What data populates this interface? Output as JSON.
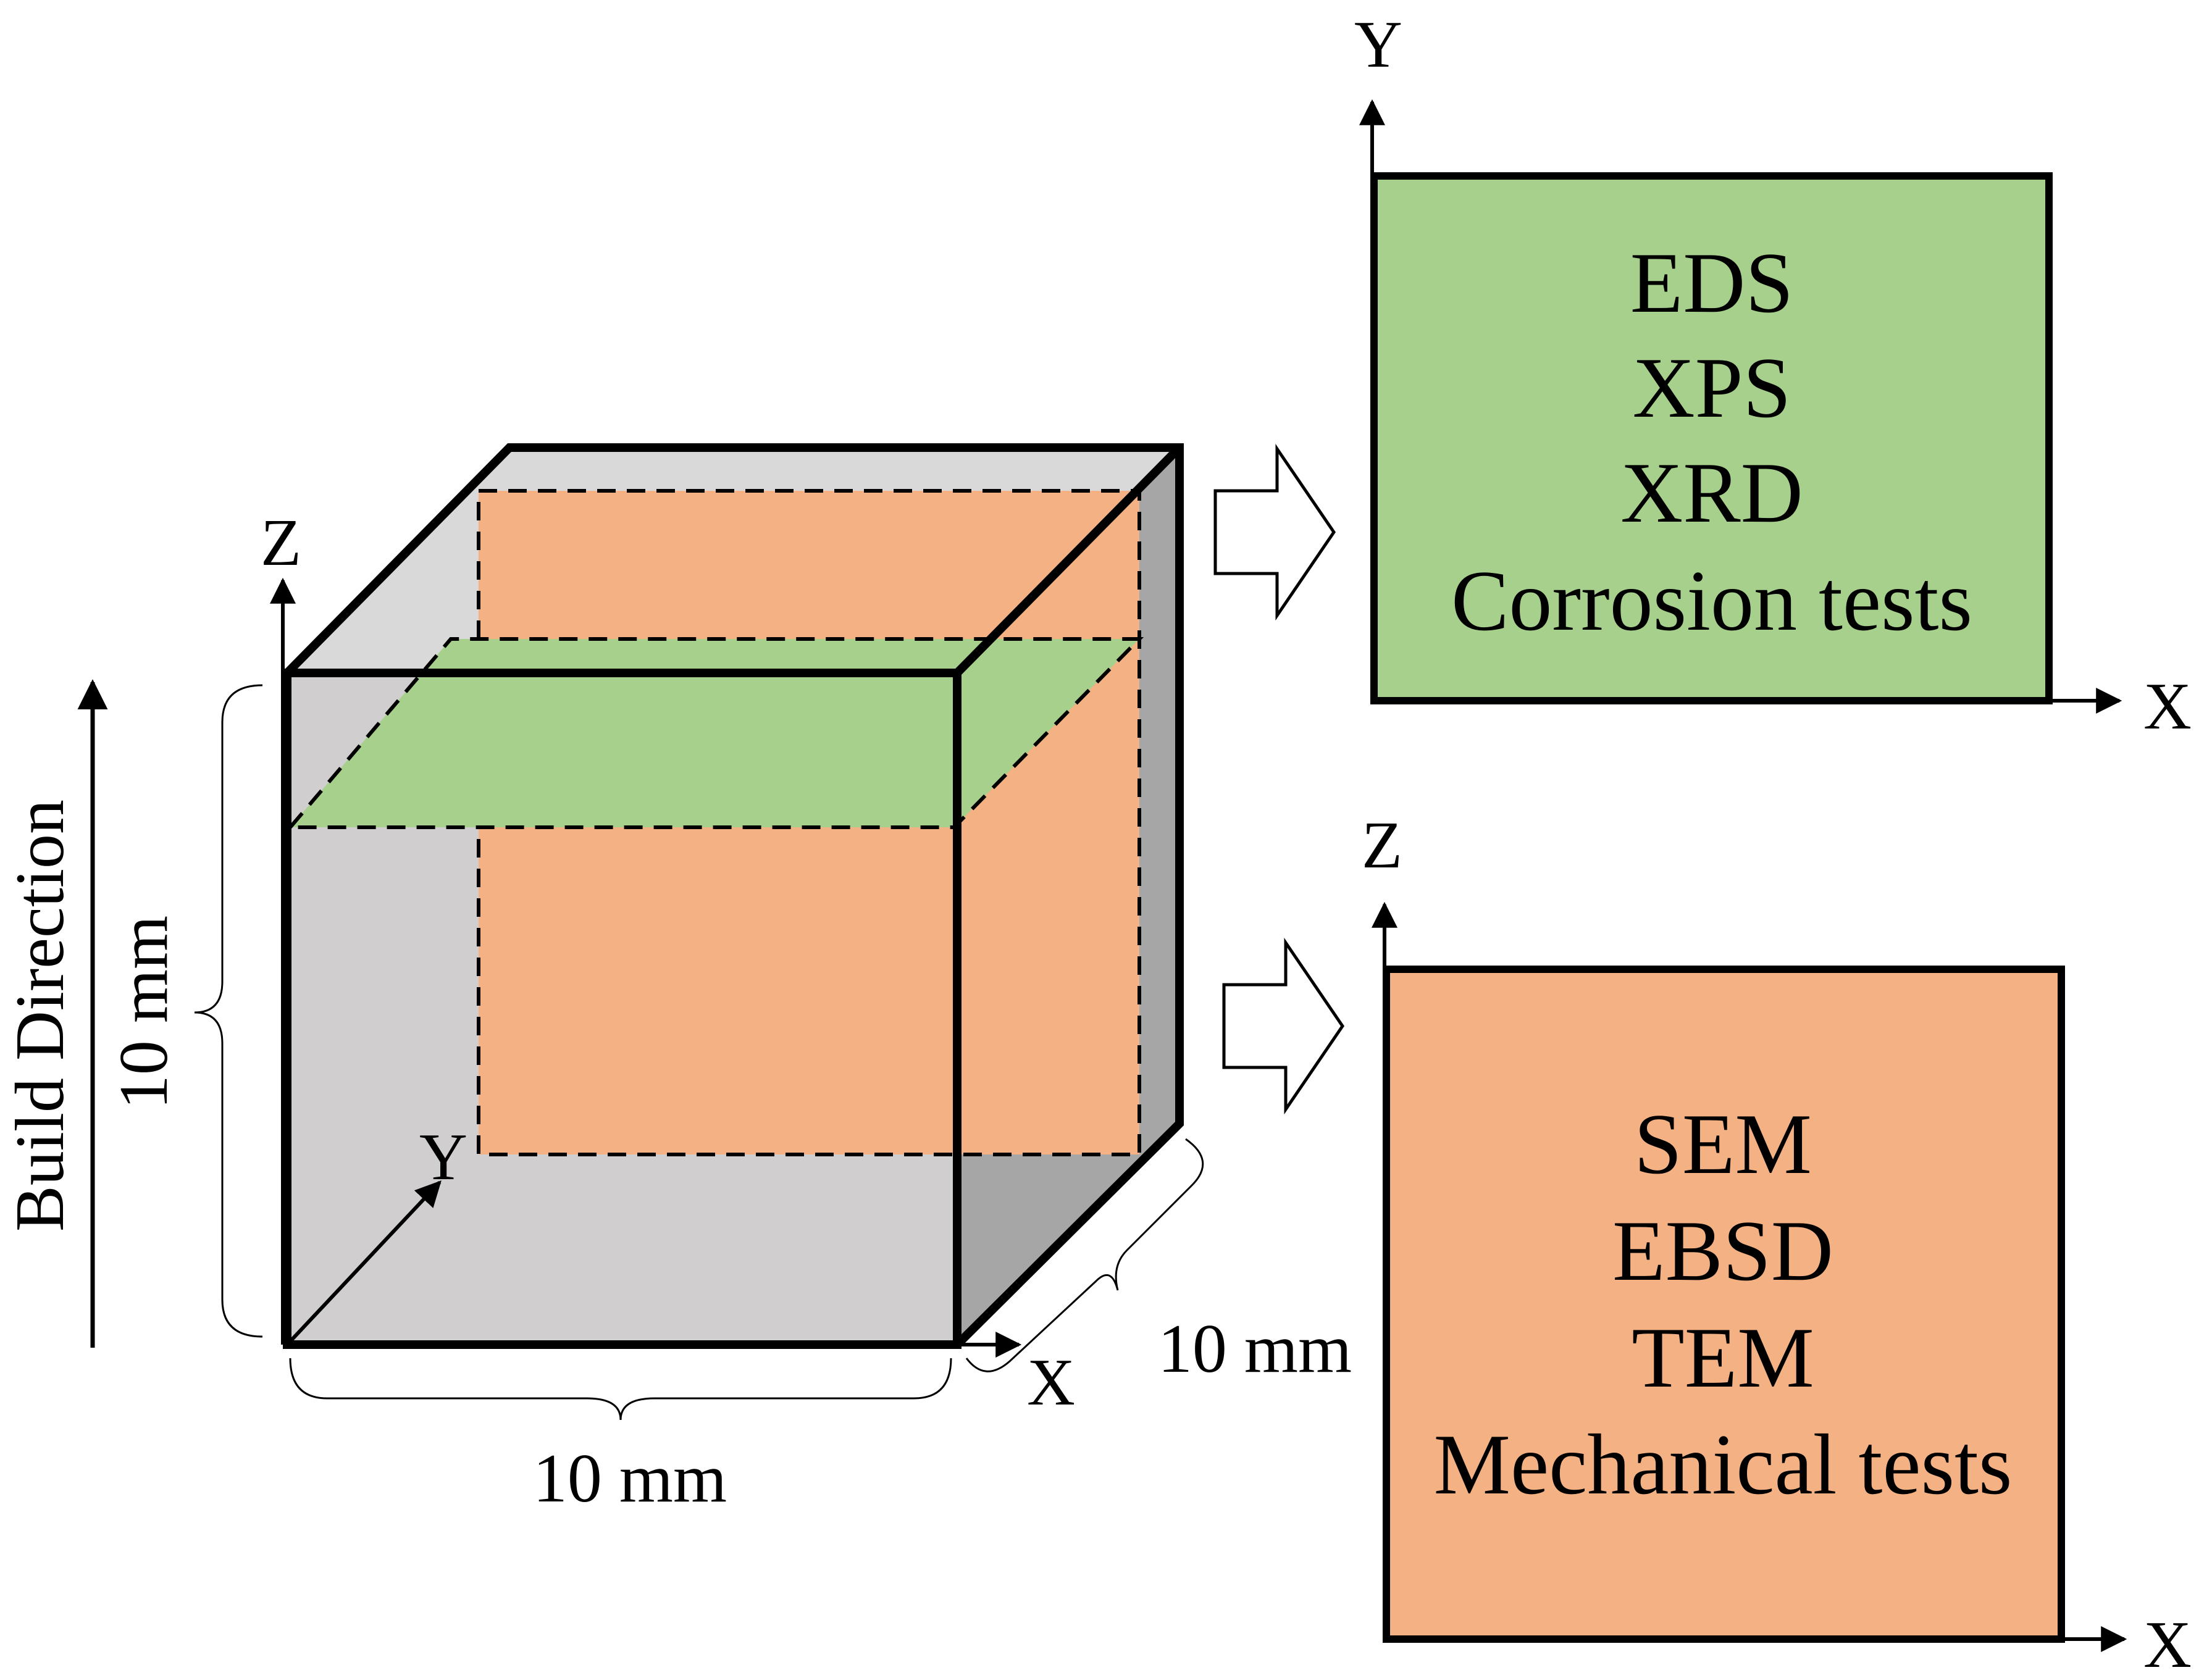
{
  "colors": {
    "green": "#a8d08d",
    "orange": "#f4b183",
    "front_face": "#d0cece",
    "top_face": "#d9d9d9",
    "side_face": "#a6a6a6",
    "line": "#000000"
  },
  "cube": {
    "axis_z": "Z",
    "axis_y": "Y",
    "axis_x": "X",
    "dim_height": "10 mm",
    "dim_width": "10 mm",
    "dim_depth": "10 mm",
    "build_direction": "Build Direction"
  },
  "top_panel": {
    "axis_vertical": "Y",
    "axis_horizontal": "X",
    "items": [
      "EDS",
      "XPS",
      "XRD",
      "Corrosion tests"
    ]
  },
  "bottom_panel": {
    "axis_vertical": "Z",
    "axis_horizontal": "X",
    "items": [
      "SEM",
      "EBSD",
      "TEM",
      "Mechanical tests"
    ]
  },
  "icons": [
    "arrow-right-outline-icon",
    "arrow-right-outline-icon"
  ]
}
